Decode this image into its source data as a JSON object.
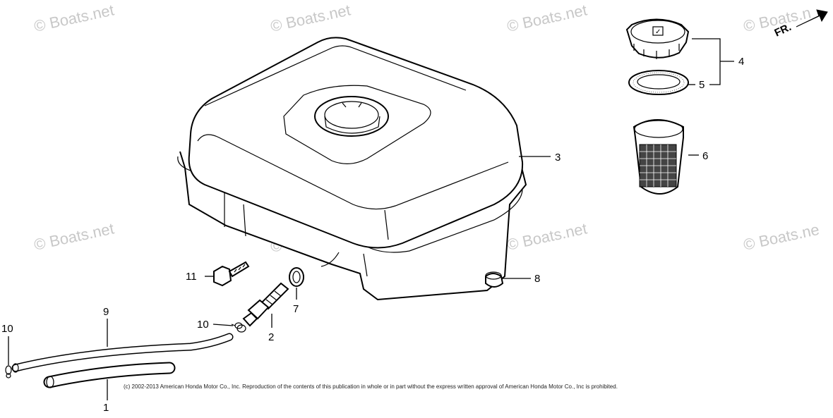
{
  "watermarks": [
    "© Boats.net",
    "© Boats.net",
    "© Boats.net",
    "© Boats.n",
    "© Boats.net",
    "© Boats.net",
    "© Boats.net",
    "© Boats.ne"
  ],
  "direction_label": "FR.",
  "callouts": {
    "p1": "1",
    "p2": "2",
    "p3": "3",
    "p4": "4",
    "p5": "5",
    "p6": "6",
    "p7": "7",
    "p8": "8",
    "p9": "9",
    "p10a": "10",
    "p10b": "10",
    "p11": "11"
  },
  "copyright": "(c) 2002-2013 American Honda Motor Co., Inc. Reproduction of the contents of this publication in whole or in part without the express written approval of American Honda Motor Co., Inc is prohibited."
}
